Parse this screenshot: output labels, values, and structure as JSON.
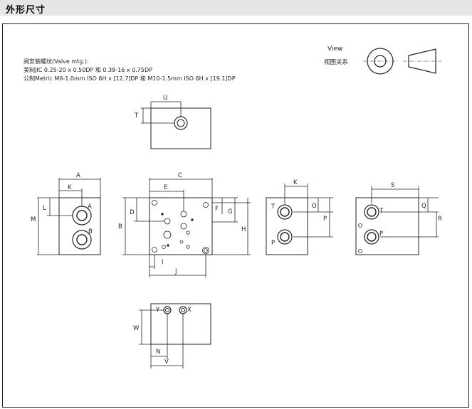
{
  "header": {
    "title": "外形尺寸"
  },
  "notes": {
    "line1": "阀安装螺纹(Valve mtg.):",
    "line2": "美制JIC 0.25-20 x 0.50DP 和 0.38-16 x 0.75DP",
    "line3": "公制Metric M6-1.0mm ISO 6H x [12.7]DP 和 M10-1.5mm ISO 6H x [19.1]DP"
  },
  "view": {
    "title": "View",
    "subtitle": "视图关系"
  },
  "dims": {
    "U": "U",
    "T": "T",
    "A": "A",
    "K": "K",
    "L": "L",
    "M": "M",
    "port_A": "A",
    "port_B": "B",
    "C": "C",
    "E": "E",
    "D": "D",
    "B": "B",
    "F": "F",
    "G": "G",
    "H": "H",
    "I": "I",
    "J": "J",
    "K2": "K",
    "O": "O",
    "P": "P",
    "port_T": "T",
    "port_P": "P",
    "S": "S",
    "Q": "Q",
    "R": "R",
    "port_T2": "T",
    "port_P2": "P",
    "W": "W",
    "Y": "Y",
    "X": "X",
    "N": "N",
    "V": "V"
  }
}
